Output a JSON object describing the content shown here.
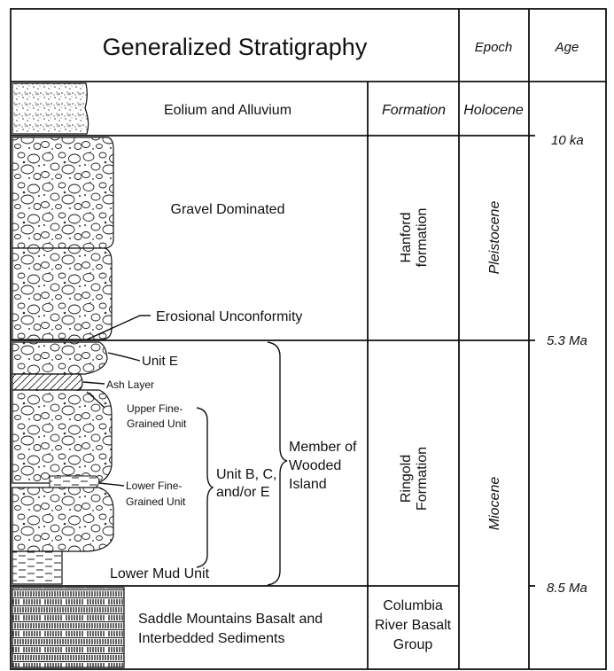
{
  "header": {
    "title": "Generalized Stratigraphy",
    "epoch_label": "Epoch",
    "age_label": "Age"
  },
  "layers": {
    "eolium": {
      "description": "Eolium and Alluvium",
      "unit_type": "Formation",
      "epoch": "Holocene"
    },
    "hanford": {
      "description": "Gravel Dominated",
      "unconformity": "Erosional Unconformity",
      "formation_line1": "Hanford",
      "formation_line2": "formation",
      "epoch": "Pleistocene"
    },
    "ringold": {
      "unit_e": "Unit E",
      "ash_layer": "Ash Layer",
      "upper_fine_line1": "Upper Fine-",
      "upper_fine_line2": "Grained Unit",
      "lower_fine_line1": "Lower Fine-",
      "lower_fine_line2": "Grained Unit",
      "unit_bce_line1": "Unit B, C,",
      "unit_bce_line2": "and/or E",
      "member_line1": "Member of",
      "member_line2": "Wooded",
      "member_line3": "Island",
      "lower_mud": "Lower Mud Unit",
      "formation_line1": "Ringold",
      "formation_line2": "Formation",
      "epoch": "Miocene"
    },
    "columbia": {
      "description_line1": "Saddle Mountains Basalt and",
      "description_line2": "Interbedded Sediments",
      "group_line1": "Columbia",
      "group_line2": "River Basalt",
      "group_line3": "Group"
    }
  },
  "ages": {
    "a1": "10 ka",
    "a2": "5.3 Ma",
    "a3": "8.5 Ma"
  },
  "colors": {
    "line": "#111111",
    "background": "#ffffff"
  }
}
